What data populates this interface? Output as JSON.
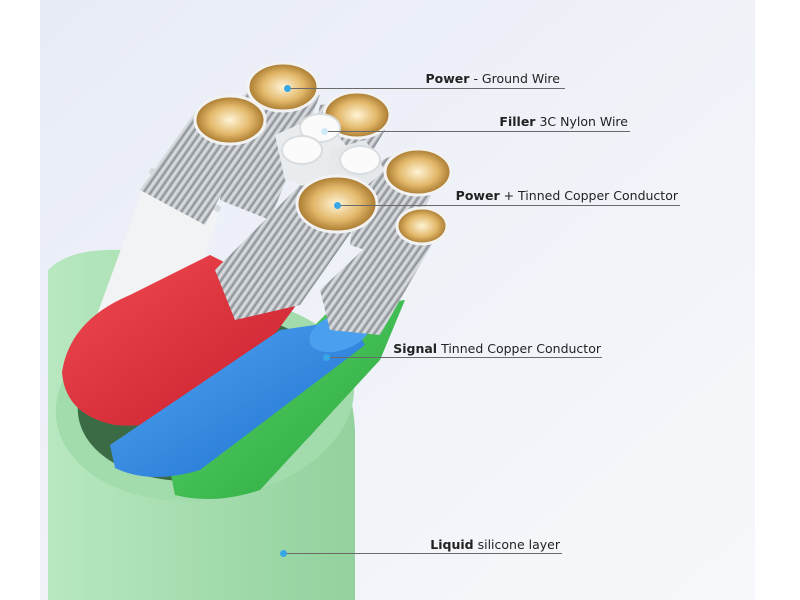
{
  "callouts": [
    {
      "id": "power-ground",
      "key": "Power",
      "rest": "- Ground Wire"
    },
    {
      "id": "filler",
      "key": "Filler",
      "rest": "3C Nylon Wire"
    },
    {
      "id": "power-plus",
      "key": "Power",
      "rest": "+ Tinned Copper Conductor"
    },
    {
      "id": "signal",
      "key": "Signal",
      "rest": "Tinned Copper Conductor"
    },
    {
      "id": "liquid",
      "key": "Liquid",
      "rest": "silicone layer"
    }
  ],
  "colors": {
    "jacket": "#a8e0b2",
    "jacket_shadow": "#86c995",
    "red_wire": "#e0303c",
    "blue_wire": "#2e8be6",
    "green_wire": "#3fc451",
    "white_wire": "#eef0f2",
    "strand": "#c9ccd0",
    "copper_tin": "#d7a85a",
    "dot": "#39a6e6",
    "leader": "#6a6a6a",
    "panel": "#f4f6fa"
  },
  "icons": {
    "callout_marker": "dot-icon"
  }
}
